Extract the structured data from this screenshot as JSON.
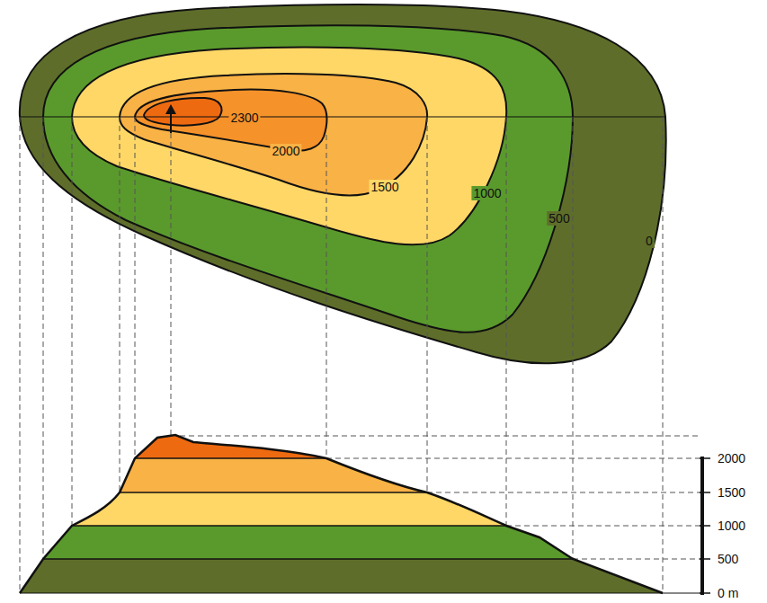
{
  "diagram": {
    "labels": [
      "2300",
      "2000",
      "1500",
      "1000",
      "500",
      "0",
      "2000",
      "1500",
      "1000",
      "500",
      "0 m"
    ]
  }
}
